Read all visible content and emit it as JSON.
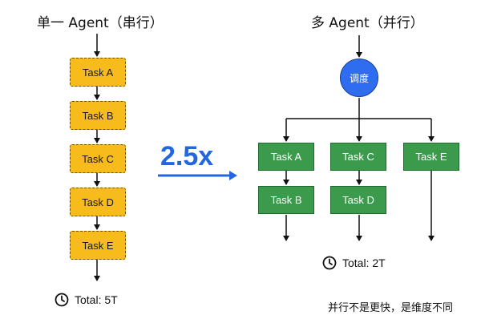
{
  "titles": {
    "serial": "单一 Agent（串行）",
    "parallel": "多 Agent（并行）"
  },
  "serial": {
    "tasks": [
      "Task A",
      "Task B",
      "Task C",
      "Task D",
      "Task E"
    ],
    "total": "Total: 5T"
  },
  "parallel": {
    "dispatcher": "调度",
    "branches": [
      [
        "Task A",
        "Task B"
      ],
      [
        "Task C",
        "Task D"
      ],
      [
        "Task E"
      ]
    ],
    "total": "Total: 2T"
  },
  "speedup": "2.5x",
  "caption": "并行不是更快，是维度不同",
  "colors": {
    "serial_task": "#f7bb1c",
    "parallel_task": "#3c9a4d",
    "dispatcher": "#2e6df0",
    "speedup_arrow": "#2266e0"
  },
  "icons": [
    "clock-icon",
    "arrow-right-icon"
  ]
}
